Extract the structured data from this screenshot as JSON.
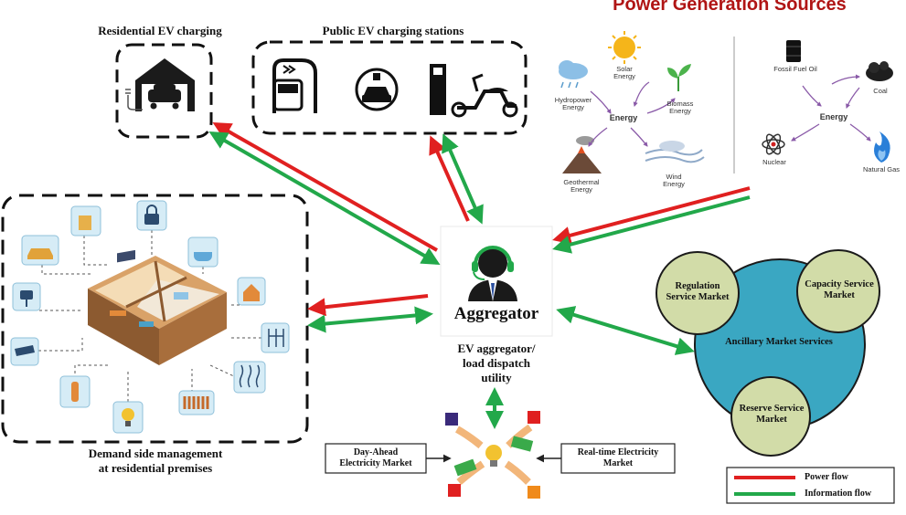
{
  "titles": {
    "residential_ev": "Residential EV charging",
    "public_ev": "Public EV charging stations",
    "power_generation": "Power Generation Sources",
    "demand_side_line1": "Demand side management",
    "demand_side_line2": "at residential premises"
  },
  "aggregator": {
    "label": "Aggregator",
    "caption_line1": "EV aggregator/",
    "caption_line2": "load dispatch",
    "caption_line3": "utility"
  },
  "generation": {
    "renewable": {
      "center": "Energy",
      "solar_line1": "Solar",
      "solar_line2": "Energy",
      "hydro_line1": "Hydropower",
      "hydro_line2": "Energy",
      "biomass_line1": "Biomass",
      "biomass_line2": "Energy",
      "geothermal_line1": "Geothermal",
      "geothermal_line2": "Energy",
      "wind_line1": "Wind",
      "wind_line2": "Energy"
    },
    "conventional": {
      "center": "Energy",
      "fossil": "Fossil Fuel Oil",
      "coal": "Coal",
      "nuclear": "Nuclear",
      "gas": "Natural Gas"
    }
  },
  "markets": {
    "day_ahead_line1": "Day-Ahead",
    "day_ahead_line2": "Electricity Market",
    "real_time_line1": "Real-time Electricity",
    "real_time_line2": "Market"
  },
  "ancillary": {
    "center": "Ancillary Market Services",
    "regulation_line1": "Regulation",
    "regulation_line2": "Service Market",
    "capacity_line1": "Capacity Service",
    "capacity_line2": "Market",
    "reserve_line1": "Reserve Service",
    "reserve_line2": "Market"
  },
  "legend": {
    "power_flow": "Power flow",
    "information_flow": "Information flow"
  },
  "colors": {
    "power_flow": "#e02020",
    "information_flow": "#22a84a",
    "ancillary_big": "#3aa7c2",
    "ancillary_small": "#d2dca8",
    "title_red": "#b01515"
  }
}
